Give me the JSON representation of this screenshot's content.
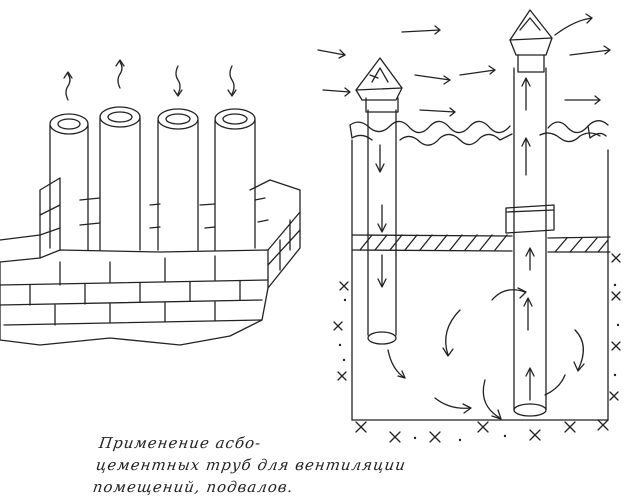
{
  "caption": {
    "line1": "Применение асбо-",
    "line2": "цементных труб для вентиляции",
    "line3": "помещений, подвалов."
  },
  "colors": {
    "ink": "#222222",
    "paper": "#ffffff"
  }
}
